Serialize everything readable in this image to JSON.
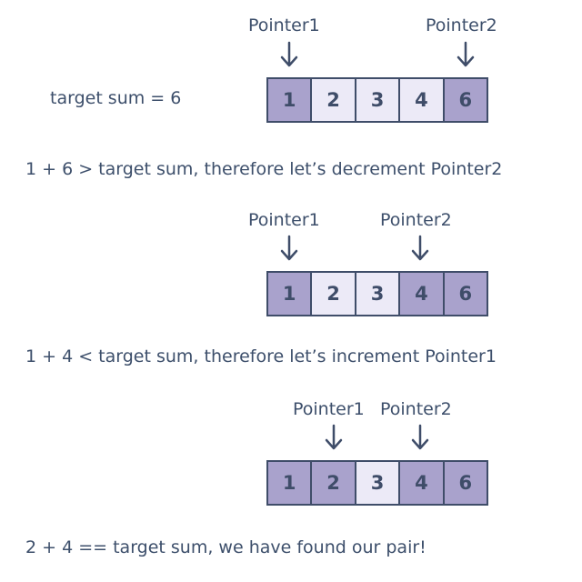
{
  "target_text": "target sum = 6",
  "steps": [
    {
      "pointer1_label": "Pointer1",
      "pointer2_label": "Pointer2",
      "cells": [
        "1",
        "2",
        "3",
        "4",
        "6"
      ],
      "highlighted": [
        0,
        4
      ],
      "caption": "1 + 6 > target sum, therefore let’s decrement Pointer2"
    },
    {
      "pointer1_label": "Pointer1",
      "pointer2_label": "Pointer2",
      "cells": [
        "1",
        "2",
        "3",
        "4",
        "6"
      ],
      "highlighted": [
        0,
        3
      ],
      "caption": "1 + 4 < target sum, therefore let’s increment Pointer1"
    },
    {
      "pointer1_label": "Pointer1",
      "pointer2_label": "Pointer2",
      "cells": [
        "1",
        "2",
        "3",
        "4",
        "6"
      ],
      "highlighted": [
        1,
        3
      ],
      "caption": "2 + 4 == target sum, we have found our pair!"
    }
  ],
  "colors": {
    "text": "#3d4f6b",
    "border": "#3f4d69",
    "highlight": "#a9a2cc",
    "cell": "#eceaf7"
  }
}
